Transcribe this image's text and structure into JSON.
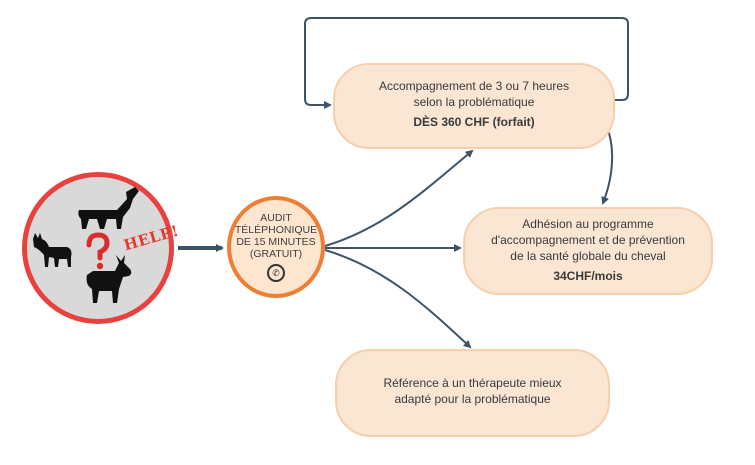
{
  "start": {
    "help_text": "HELP!",
    "icon": "confused-horses-donkeys-icon",
    "border_color": "#e8413f",
    "fill_color": "#d9d9d9"
  },
  "audit": {
    "lines": [
      "AUDIT",
      "TÉLÉPHONIQUE",
      "DE 15 MINUTES",
      "(GRATUIT)"
    ],
    "icon": "whatsapp-icon",
    "border_color": "#ef7e33"
  },
  "options": {
    "accompaniment": {
      "line1": "Accompagnement de 3 ou 7 heures",
      "line2": "selon la problématique",
      "price": "DÈS 360 CHF (forfait)"
    },
    "membership": {
      "line1": "Adhésion au programme",
      "line2": "d'accompagnement et de prévention",
      "line3": "de la santé globale du cheval",
      "price": "34CHF/mois"
    },
    "referral": {
      "line1": "Référence à un thérapeute mieux",
      "line2": "adapté pour la problématique"
    }
  },
  "colors": {
    "arrow": "#3e5466",
    "box_fill": "#fbe5d3",
    "box_border": "#f7cfac"
  }
}
